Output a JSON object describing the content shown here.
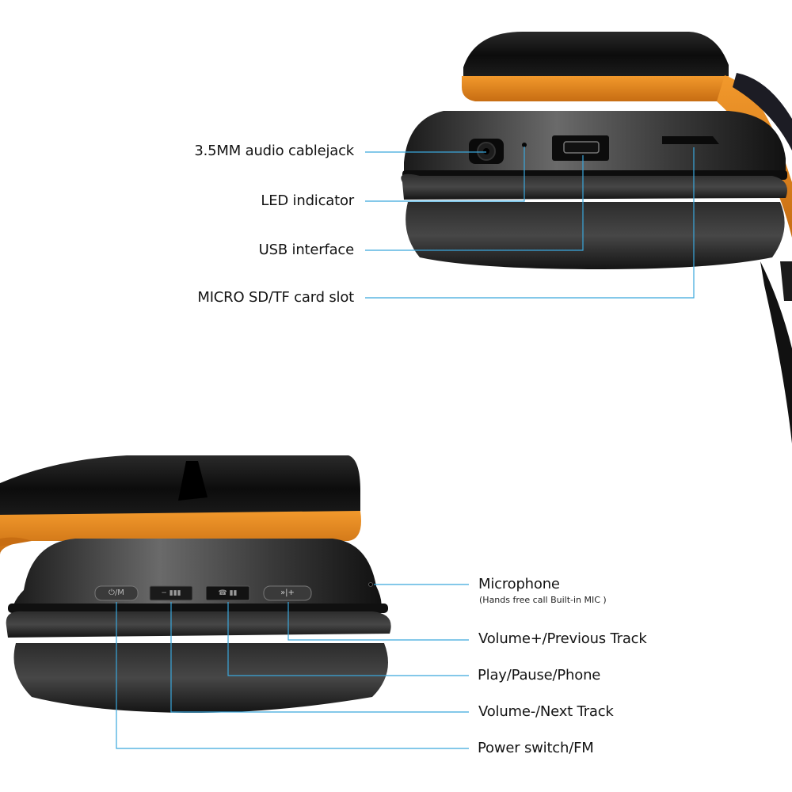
{
  "colors": {
    "leader_line": "#3aa7dc",
    "accent_orange": "#e8891f",
    "shell_black": "#111111",
    "background": "#ffffff"
  },
  "top_view": {
    "callouts": [
      {
        "label": "3.5MM audio cablejack"
      },
      {
        "label": "LED indicator"
      },
      {
        "label": "USB interface"
      },
      {
        "label": "MICRO SD/TF card slot"
      }
    ]
  },
  "bottom_view": {
    "callouts": [
      {
        "label": "Microphone",
        "sublabel": "(Hands free call Built-in MIC )"
      },
      {
        "label": "Volume+/Previous Track"
      },
      {
        "label": "Play/Pause/Phone"
      },
      {
        "label": "Volume-/Next Track"
      },
      {
        "label": "Power switch/FM"
      }
    ],
    "buttons": [
      {
        "glyph": "⏻/M"
      },
      {
        "glyph": "− ▮▮▮"
      },
      {
        "glyph": "☎ ▮▮"
      },
      {
        "glyph": "»|+"
      }
    ]
  }
}
